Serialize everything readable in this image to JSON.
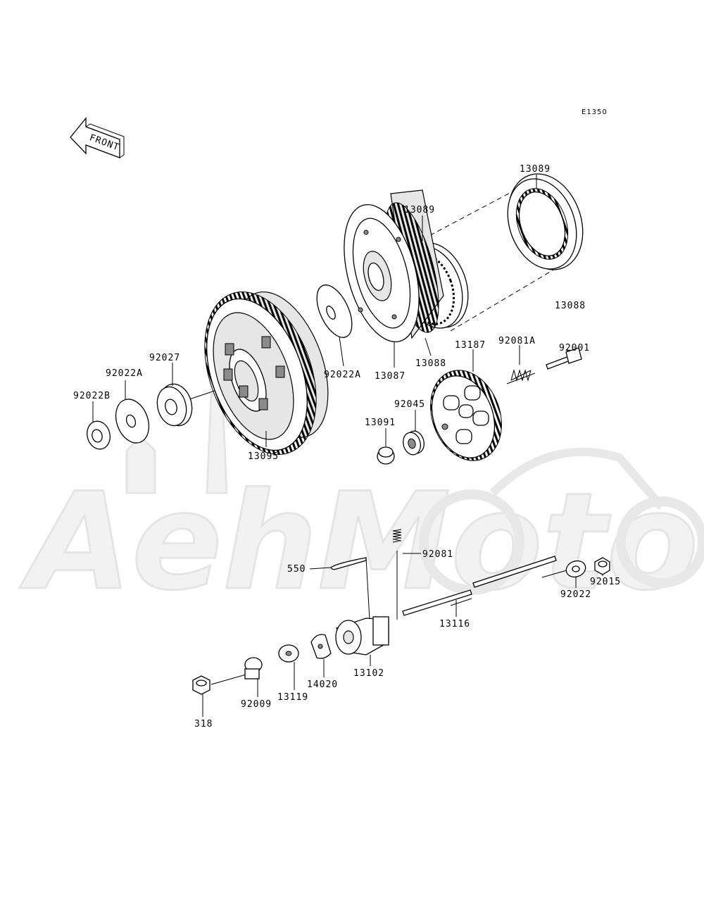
{
  "diagram_code": "E1350",
  "front_indicator": "FRONT",
  "watermark": "AehMoto",
  "parts": [
    {
      "id": "p13089_outer",
      "number": "13089"
    },
    {
      "id": "p13089_inner",
      "number": "13089"
    },
    {
      "id": "p13088_outer",
      "number": "13088"
    },
    {
      "id": "p13088_inner",
      "number": "13088"
    },
    {
      "id": "p13087",
      "number": "13087"
    },
    {
      "id": "p92022A_right",
      "number": "92022A"
    },
    {
      "id": "p13095",
      "number": "13095"
    },
    {
      "id": "p92027",
      "number": "92027"
    },
    {
      "id": "p92022A_left",
      "number": "92022A"
    },
    {
      "id": "p92022B",
      "number": "92022B"
    },
    {
      "id": "p13187",
      "number": "13187"
    },
    {
      "id": "p92081A",
      "number": "92081A"
    },
    {
      "id": "p92001",
      "number": "92001"
    },
    {
      "id": "p92045",
      "number": "92045"
    },
    {
      "id": "p13091",
      "number": "13091"
    },
    {
      "id": "p92081",
      "number": "92081"
    },
    {
      "id": "p550",
      "number": "550"
    },
    {
      "id": "p92022",
      "number": "92022"
    },
    {
      "id": "p92015",
      "number": "92015"
    },
    {
      "id": "p13116",
      "number": "13116"
    },
    {
      "id": "p13102",
      "number": "13102"
    },
    {
      "id": "p14020",
      "number": "14020"
    },
    {
      "id": "p13119",
      "number": "13119"
    },
    {
      "id": "p92009",
      "number": "92009"
    },
    {
      "id": "p318",
      "number": "318"
    }
  ]
}
